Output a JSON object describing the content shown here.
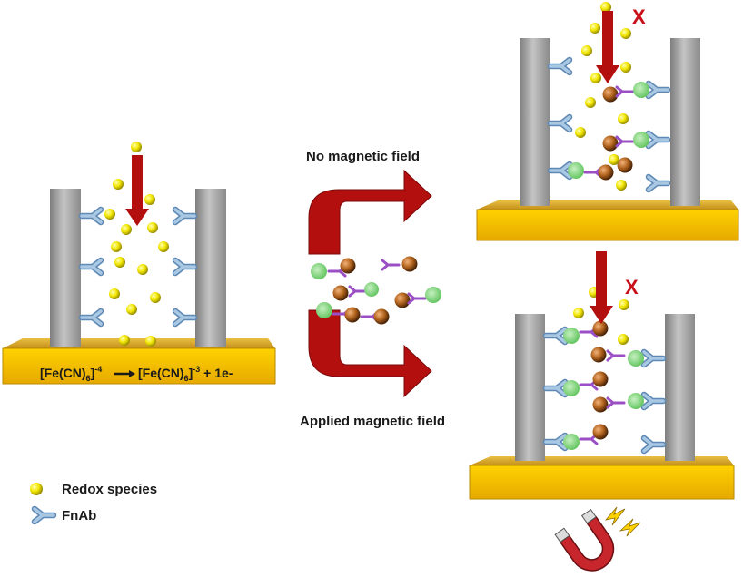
{
  "labels": {
    "no_field": "No magnetic field",
    "applied_field": "Applied magnetic field",
    "reaction_left": "[Fe(CN)",
    "reaction_left_sub": "6",
    "reaction_left_sup": "-4",
    "reaction_right": "[Fe(CN)",
    "reaction_right_sub": "6",
    "reaction_right_sup": "-3",
    "reaction_tail": " + 1e-",
    "blocked_mark": "X"
  },
  "legend": {
    "redox": "Redox species",
    "fnab": "FnAb"
  },
  "colors": {
    "redox": "#f2e600",
    "fnab": "#8fb4d6",
    "arrow_red": "#b40f0f",
    "gold": "#d7a51c",
    "pillar": "#a3a3a3",
    "bead": "#b0621c",
    "green": "#7ed07a",
    "linker": "#9a4fc4",
    "magnet": "#c8262d"
  },
  "icons": [
    "down-arrow-icon",
    "curved-arrow-icon",
    "magnet-icon",
    "lightning-icon",
    "blocked-x-icon",
    "antibody-icon",
    "redox-ball-icon"
  ]
}
